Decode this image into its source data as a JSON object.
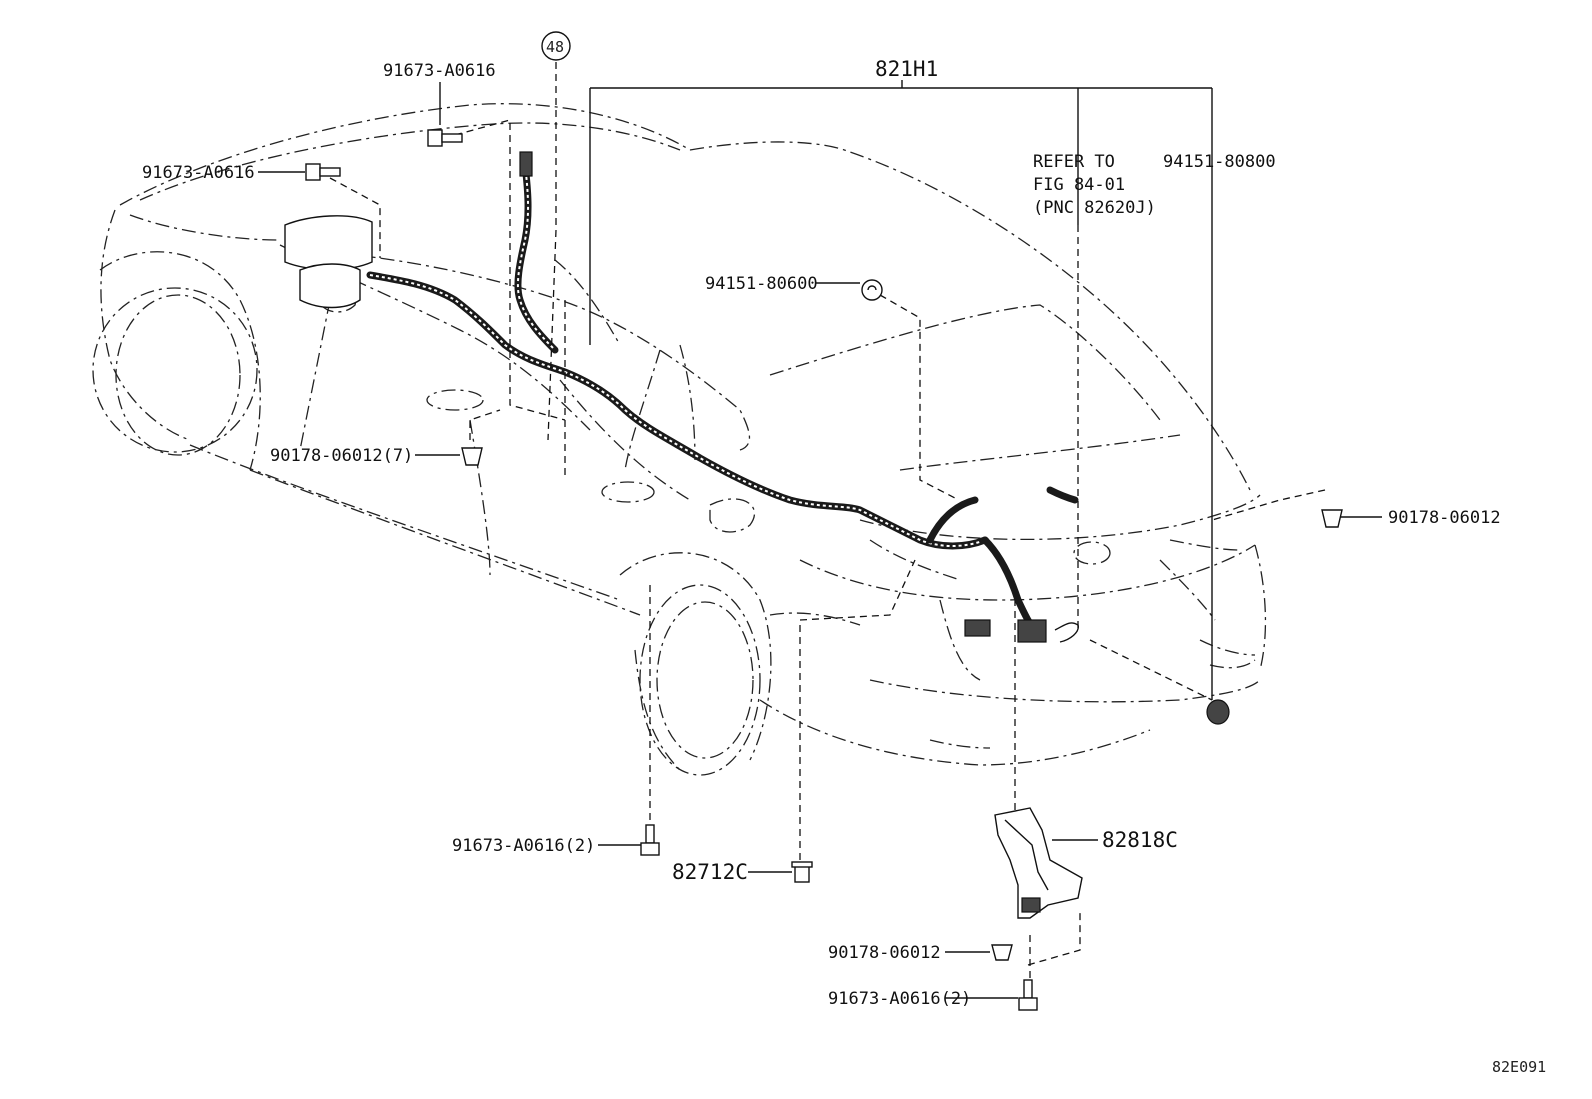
{
  "diagram": {
    "labels": {
      "harness_main": "821H1",
      "bolt_top": "91673-A0616",
      "bolt_left": "91673-A0616",
      "circle_ref": "48",
      "refer_line1": "REFER TO",
      "refer_line2": "FIG 84-01",
      "refer_line3": "(PNC 82620J)",
      "grommet_right": "94151-80800",
      "grommet_center": "94151-80600",
      "clip_left": "90178-06012(7)",
      "clip_right": "90178-06012",
      "bolt_bottom_left": "91673-A0616(2)",
      "clamp": "82712C",
      "bracket": "82818C",
      "clip_bottom": "90178-06012",
      "bolt_bottom": "91673-A0616(2)",
      "figure_code": "82E091"
    }
  }
}
